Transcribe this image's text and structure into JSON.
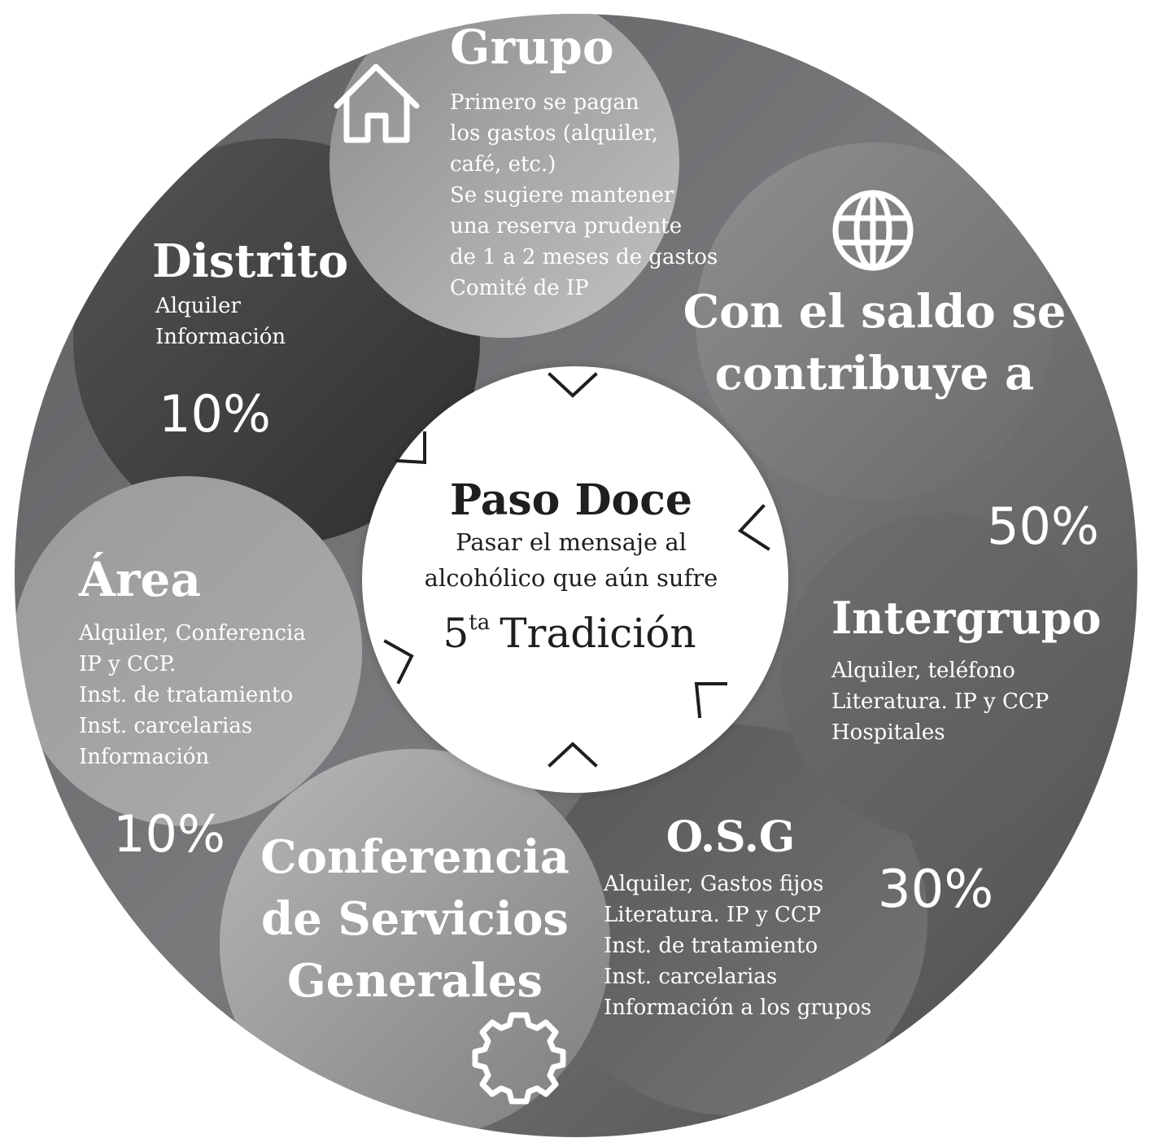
{
  "center": {
    "title": "Paso Doce",
    "subtitle_line1": "Pasar el mensaje al",
    "subtitle_line2": "alcohólico que aún sufre",
    "tradition_number": "5",
    "tradition_suffix": "ta",
    "tradition_label": "Tradición"
  },
  "grupo": {
    "title": "Grupo",
    "icon": "house-icon",
    "lines": [
      "Primero se pagan",
      "los gastos (alquiler,",
      "café, etc.)",
      "Se sugiere mantener",
      "una reserva prudente",
      "de 1 a 2 meses de gastos",
      "Comité de IP"
    ]
  },
  "contribuye": {
    "icon": "globe-icon",
    "line1": "Con el saldo se",
    "line2": "contribuye a"
  },
  "intergrupo": {
    "title": "Intergrupo",
    "percent": "50%",
    "lines": [
      "Alquiler, teléfono",
      "Literatura. IP y CCP",
      "Hospitales"
    ]
  },
  "osg": {
    "title": "O.S.G",
    "percent": "30%",
    "lines": [
      "Alquiler, Gastos fijos",
      "Literatura. IP y CCP",
      "Inst. de tratamiento",
      "Inst. carcelarias",
      "Información a los grupos"
    ]
  },
  "conferencia": {
    "icon": "gear-icon",
    "lines": [
      "Conferencia",
      "de Servicios",
      "Generales"
    ]
  },
  "area": {
    "title": "Área",
    "percent": "10%",
    "lines": [
      "Alquiler, Conferencia",
      "IP y CCP.",
      "Inst. de tratamiento",
      "Inst. carcelarias",
      "Información"
    ]
  },
  "distrito": {
    "title": "Distrito",
    "percent": "10%",
    "lines": [
      "Alquiler",
      "Información"
    ]
  },
  "colors": {
    "ring_dark": "#3a3a3c",
    "ring_mid": "#6e6e70",
    "bubble_light": "#b3b3b5",
    "bubble_mid": "#8e8e90",
    "center_fill": "#ffffff",
    "text_light": "#ffffff",
    "text_dark": "#1f1f1f"
  }
}
